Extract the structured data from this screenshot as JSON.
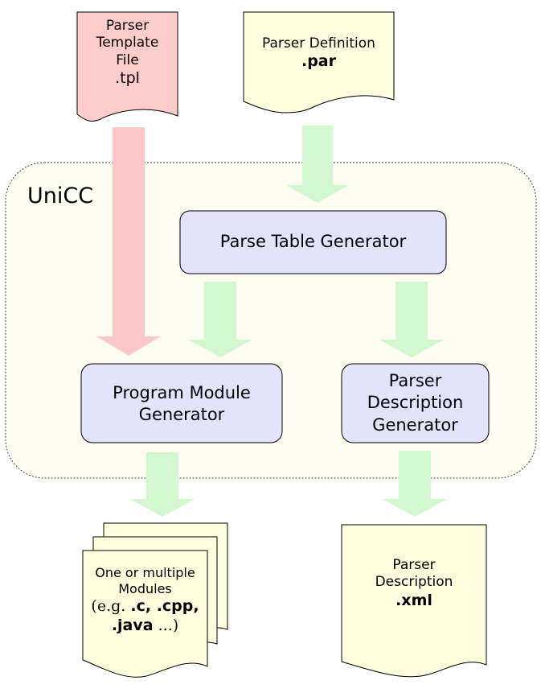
{
  "colors": {
    "pink_doc": "#ffcccc",
    "pink_arrow": "#ffc8c8",
    "yellow_doc": "#ffffe0",
    "green_arrow": "#d3f8cf",
    "box_fill": "#e3e3fb",
    "container_fill": "#fdfdf2"
  },
  "template_doc": {
    "line1": "Parser",
    "line2": "Template",
    "line3": "File",
    "ext": ".tpl"
  },
  "definition_doc": {
    "line1": "Parser Definition",
    "ext": ".par"
  },
  "container": {
    "title": "UniCC"
  },
  "parse_table_generator": {
    "label": "Parse Table Generator"
  },
  "program_module_generator": {
    "line1": "Program Module",
    "line2": "Generator"
  },
  "parser_description_generator": {
    "line1": "Parser",
    "line2": "Description",
    "line3": "Generator"
  },
  "modules_doc": {
    "line1": "One or multiple",
    "line2": "Modules",
    "eg_prefix": "(e.g. ",
    "ext_c": ".c",
    "sep1": ", ",
    "ext_cpp": ".cpp",
    "sep2": ",",
    "ext_java": ".java",
    "suffix": " ...)"
  },
  "xml_doc": {
    "line1": "Parser",
    "line2": "Description",
    "ext": ".xml"
  }
}
